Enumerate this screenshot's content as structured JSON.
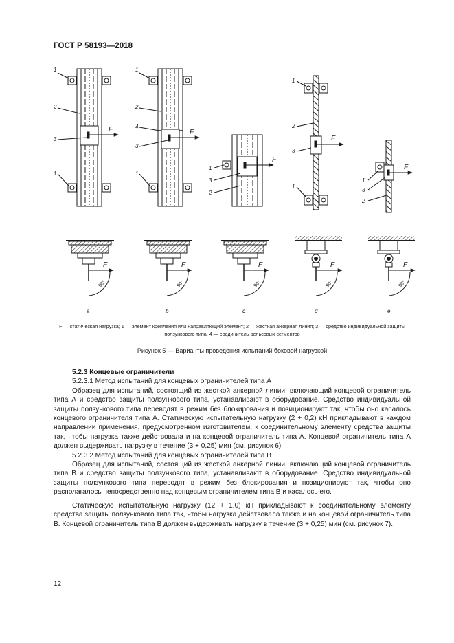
{
  "header": {
    "title": "ГОСТ Р 58193—2018"
  },
  "figure": {
    "top_callouts": [
      "1",
      "2",
      "3",
      "1",
      "1",
      "2",
      "4",
      "3",
      "1",
      "1",
      "3",
      "2",
      "1",
      "2",
      "3",
      "1",
      "1",
      "3",
      "2"
    ],
    "force_label": "F",
    "angle_label": "90°",
    "panel_labels": [
      "a",
      "b",
      "c",
      "d",
      "e"
    ],
    "legend": "F — статическая нагрузка; 1 — элемент крепления или направляющий элемент; 2 — жесткая анкерная линия; 3 — средство индивидуальной защиты ползункового типа, 4 — соединитель рельсовых сегментов",
    "caption": "Рисунок 5 — Варианты проведения испытаний боковой нагрузкой"
  },
  "body": {
    "section_heading": "5.2.3 Концевые ограничители",
    "sub1_heading": "5.2.3.1 Метод испытаний для концевых ограничителей типа А",
    "sub1_text": "Образец для испытаний, состоящий из жесткой анкерной линии, включающий концевой ограничитель типа А и средство защиты ползункового типа, устанавливают в оборудование. Средство индивидуальной защиты ползункового типа переводят в режим без блокирования и позиционируют так, чтобы оно касалось концевого ограничителя типа А. Статическую испытательную нагрузку (2 + 0,2) кН прикладывают в каждом направлении применения, предусмотренном изготовителем, к соединительному элементу средства защиты так, чтобы нагрузка также действовала и на концевой ограничитель типа А. Концевой ограничитель типа А должен выдерживать нагрузку в течение (3 + 0,25) мин (см. рисунок 6).",
    "sub2_heading": "5.2.3.2 Метод испытаний для концевых ограничителей типа В",
    "sub2_text1": "Образец для испытаний, состоящий из жесткой анкерной линии, включающий концевой ограничитель типа В и средство защиты ползункового типа, устанавливают в оборудование. Средство индивидуальной защиты ползункового типа переводят в режим без блокирования и позиционируют так, чтобы оно располагалось непосредственно над концевым ограничителем типа В и касалось его.",
    "sub2_text2": "Статическую испытательную нагрузку (12 + 1,0) кН прикладывают к соединительному элементу средства защиты ползункового типа так, чтобы нагрузка действовала также и на концевой ограничитель типа В. Концевой ограничитель типа В должен выдерживать нагрузку в течение (3 + 0,25) мин (см. рисунок 7)."
  },
  "page_number": "12"
}
